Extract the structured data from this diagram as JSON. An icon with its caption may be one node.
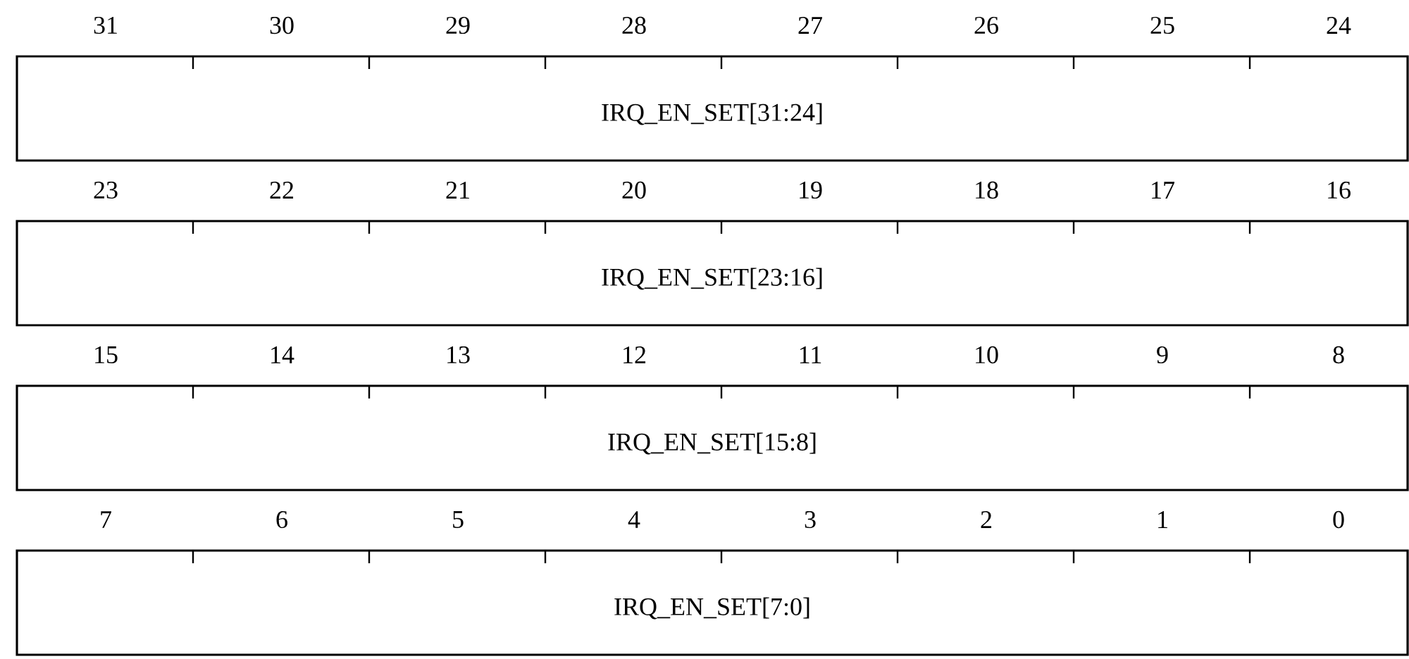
{
  "diagram": {
    "nodes": [
      {
        "text": [
          "IRQ_EN_SET[31:24]"
        ]
      },
      {
        "text": [
          "IRQ_EN_SET[23:16]"
        ]
      },
      {
        "text": [
          "IRQ_EN_SET[15:8]"
        ]
      },
      {
        "text": [
          "IRQ_EN_SET[7:0]"
        ]
      }
    ],
    "labels": [
      "31",
      "30",
      "29",
      "28",
      "27",
      "26",
      "25",
      "24",
      "23",
      "22",
      "21",
      "20",
      "19",
      "18",
      "17",
      "16",
      "15",
      "14",
      "13",
      "12",
      "11",
      "10",
      "9",
      "8",
      "7",
      "6",
      "5",
      "4",
      "3",
      "2",
      "1",
      "0"
    ]
  }
}
